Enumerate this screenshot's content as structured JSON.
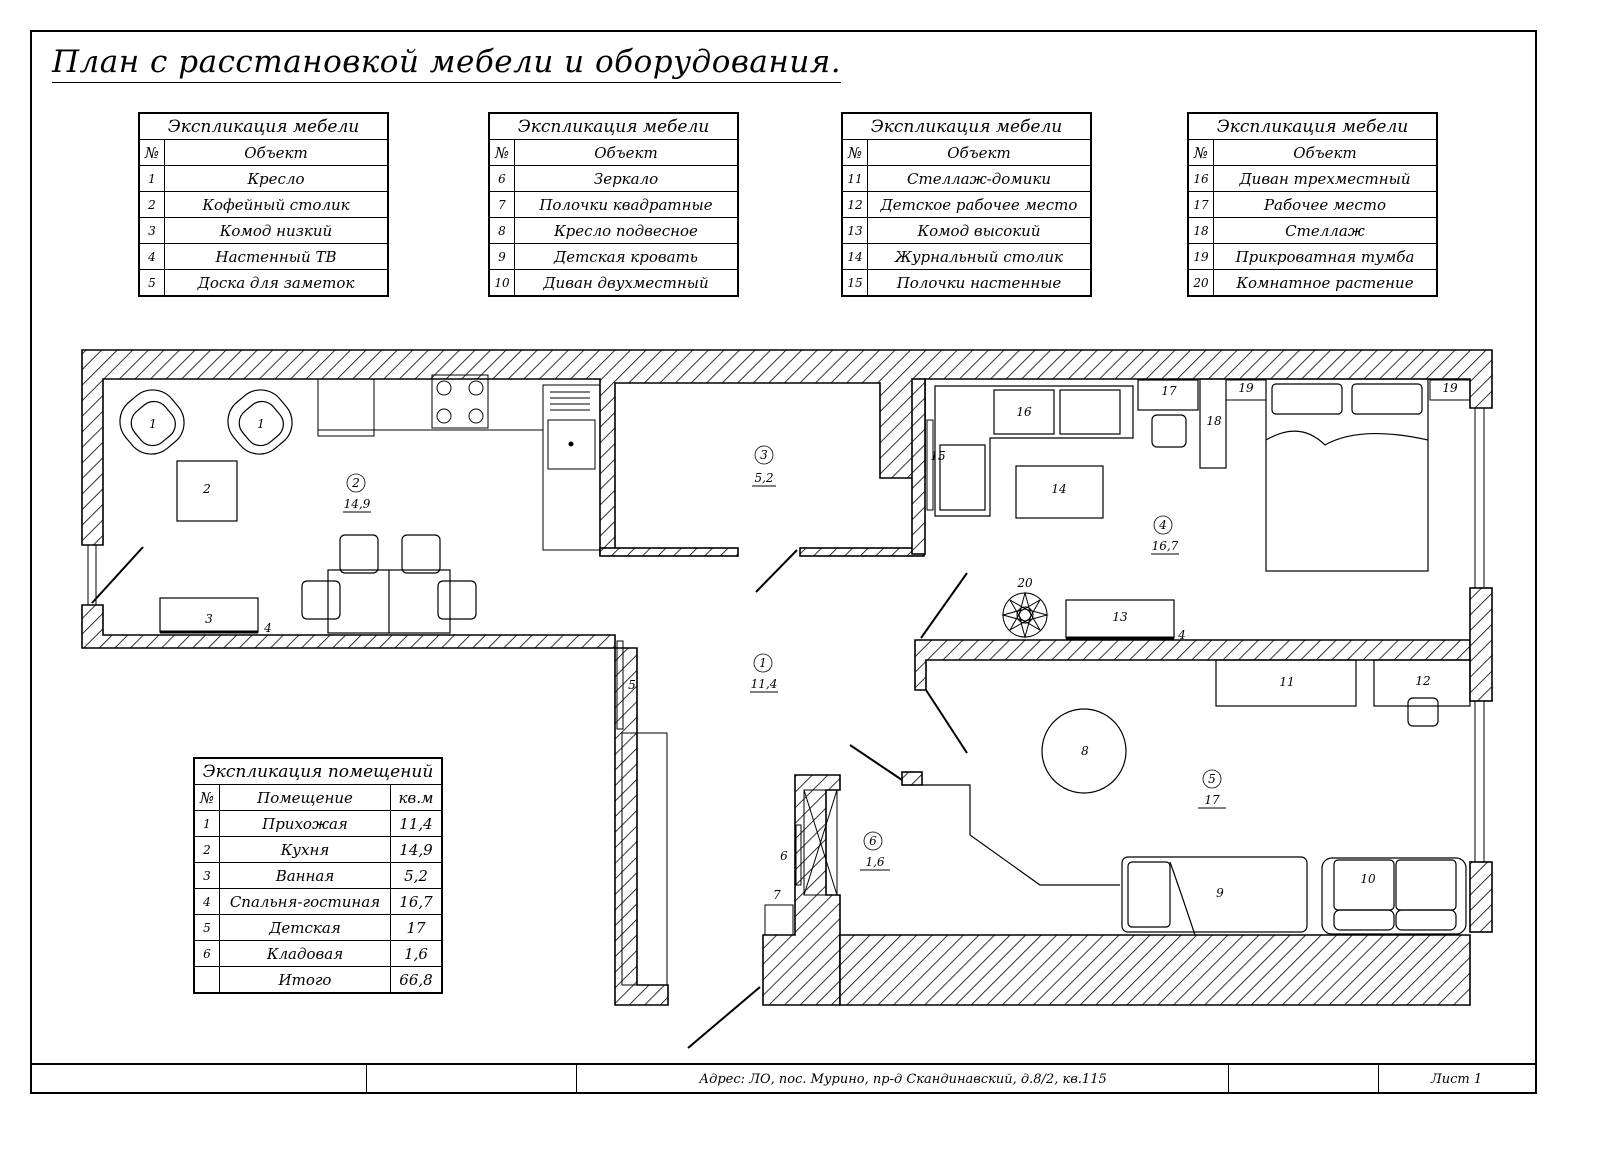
{
  "title": "План с расстановкой мебели и оборудования.",
  "furniture_tables": [
    {
      "heading": "Экспликация мебели",
      "col_num": "№",
      "col_obj": "Объект",
      "rows": [
        {
          "n": "1",
          "name": "Кресло"
        },
        {
          "n": "2",
          "name": "Кофейный столик"
        },
        {
          "n": "3",
          "name": "Комод низкий"
        },
        {
          "n": "4",
          "name": "Настенный ТВ"
        },
        {
          "n": "5",
          "name": "Доска для заметок"
        }
      ]
    },
    {
      "heading": "Экспликация мебели",
      "col_num": "№",
      "col_obj": "Объект",
      "rows": [
        {
          "n": "6",
          "name": "Зеркало"
        },
        {
          "n": "7",
          "name": "Полочки квадратные"
        },
        {
          "n": "8",
          "name": "Кресло подвесное"
        },
        {
          "n": "9",
          "name": "Детская кровать"
        },
        {
          "n": "10",
          "name": "Диван двухместный"
        }
      ]
    },
    {
      "heading": "Экспликация мебели",
      "col_num": "№",
      "col_obj": "Объект",
      "rows": [
        {
          "n": "11",
          "name": "Стеллаж-домики"
        },
        {
          "n": "12",
          "name": "Детское рабочее место"
        },
        {
          "n": "13",
          "name": "Комод высокий"
        },
        {
          "n": "14",
          "name": "Журнальный столик"
        },
        {
          "n": "15",
          "name": "Полочки настенные"
        }
      ]
    },
    {
      "heading": "Экспликация мебели",
      "col_num": "№",
      "col_obj": "Объект",
      "rows": [
        {
          "n": "16",
          "name": "Диван трехместный"
        },
        {
          "n": "17",
          "name": "Рабочее место"
        },
        {
          "n": "18",
          "name": "Стеллаж"
        },
        {
          "n": "19",
          "name": "Прикроватная тумба"
        },
        {
          "n": "20",
          "name": "Комнатное растение"
        }
      ]
    }
  ],
  "rooms_table": {
    "heading": "Экспликация помещений",
    "col_num": "№",
    "col_room": "Помещение",
    "col_area": "кв.м",
    "rows": [
      {
        "n": "1",
        "name": "Прихожая",
        "area": "11,4"
      },
      {
        "n": "2",
        "name": "Кухня",
        "area": "14,9"
      },
      {
        "n": "3",
        "name": "Ванная",
        "area": "5,2"
      },
      {
        "n": "4",
        "name": "Спальня-гостиная",
        "area": "16,7"
      },
      {
        "n": "5",
        "name": "Детская",
        "area": "17"
      },
      {
        "n": "6",
        "name": "Кладовая",
        "area": "1,6"
      }
    ],
    "total_label": "Итого",
    "total_area": "66,8"
  },
  "room_markers": [
    {
      "n": "1",
      "area": "11,4"
    },
    {
      "n": "2",
      "area": "14,9"
    },
    {
      "n": "3",
      "area": "5,2"
    },
    {
      "n": "4",
      "area": "16,7"
    },
    {
      "n": "5",
      "area": "17"
    },
    {
      "n": "6",
      "area": "1,6"
    }
  ],
  "furniture_labels": {
    "armchair": "1",
    "coffee_table": "2",
    "low_dresser": "3",
    "tv": "4",
    "notes_board": "5",
    "mirror": "6",
    "square_shelves": "7",
    "hanging_chair": "8",
    "kids_bed": "9",
    "sofa_two": "10",
    "shelf_houses": "11",
    "kids_desk": "12",
    "tall_dresser": "13",
    "magazine_table": "14",
    "wall_shelves": "15",
    "sofa_three": "16",
    "workplace": "17",
    "rack": "18",
    "nightstand": "19",
    "plant": "20"
  },
  "footer": {
    "address": "Адрес: ЛО, пос. Мурино, пр-д Скандинавский, д.8/2, кв.115",
    "sheet": "Лист 1"
  }
}
